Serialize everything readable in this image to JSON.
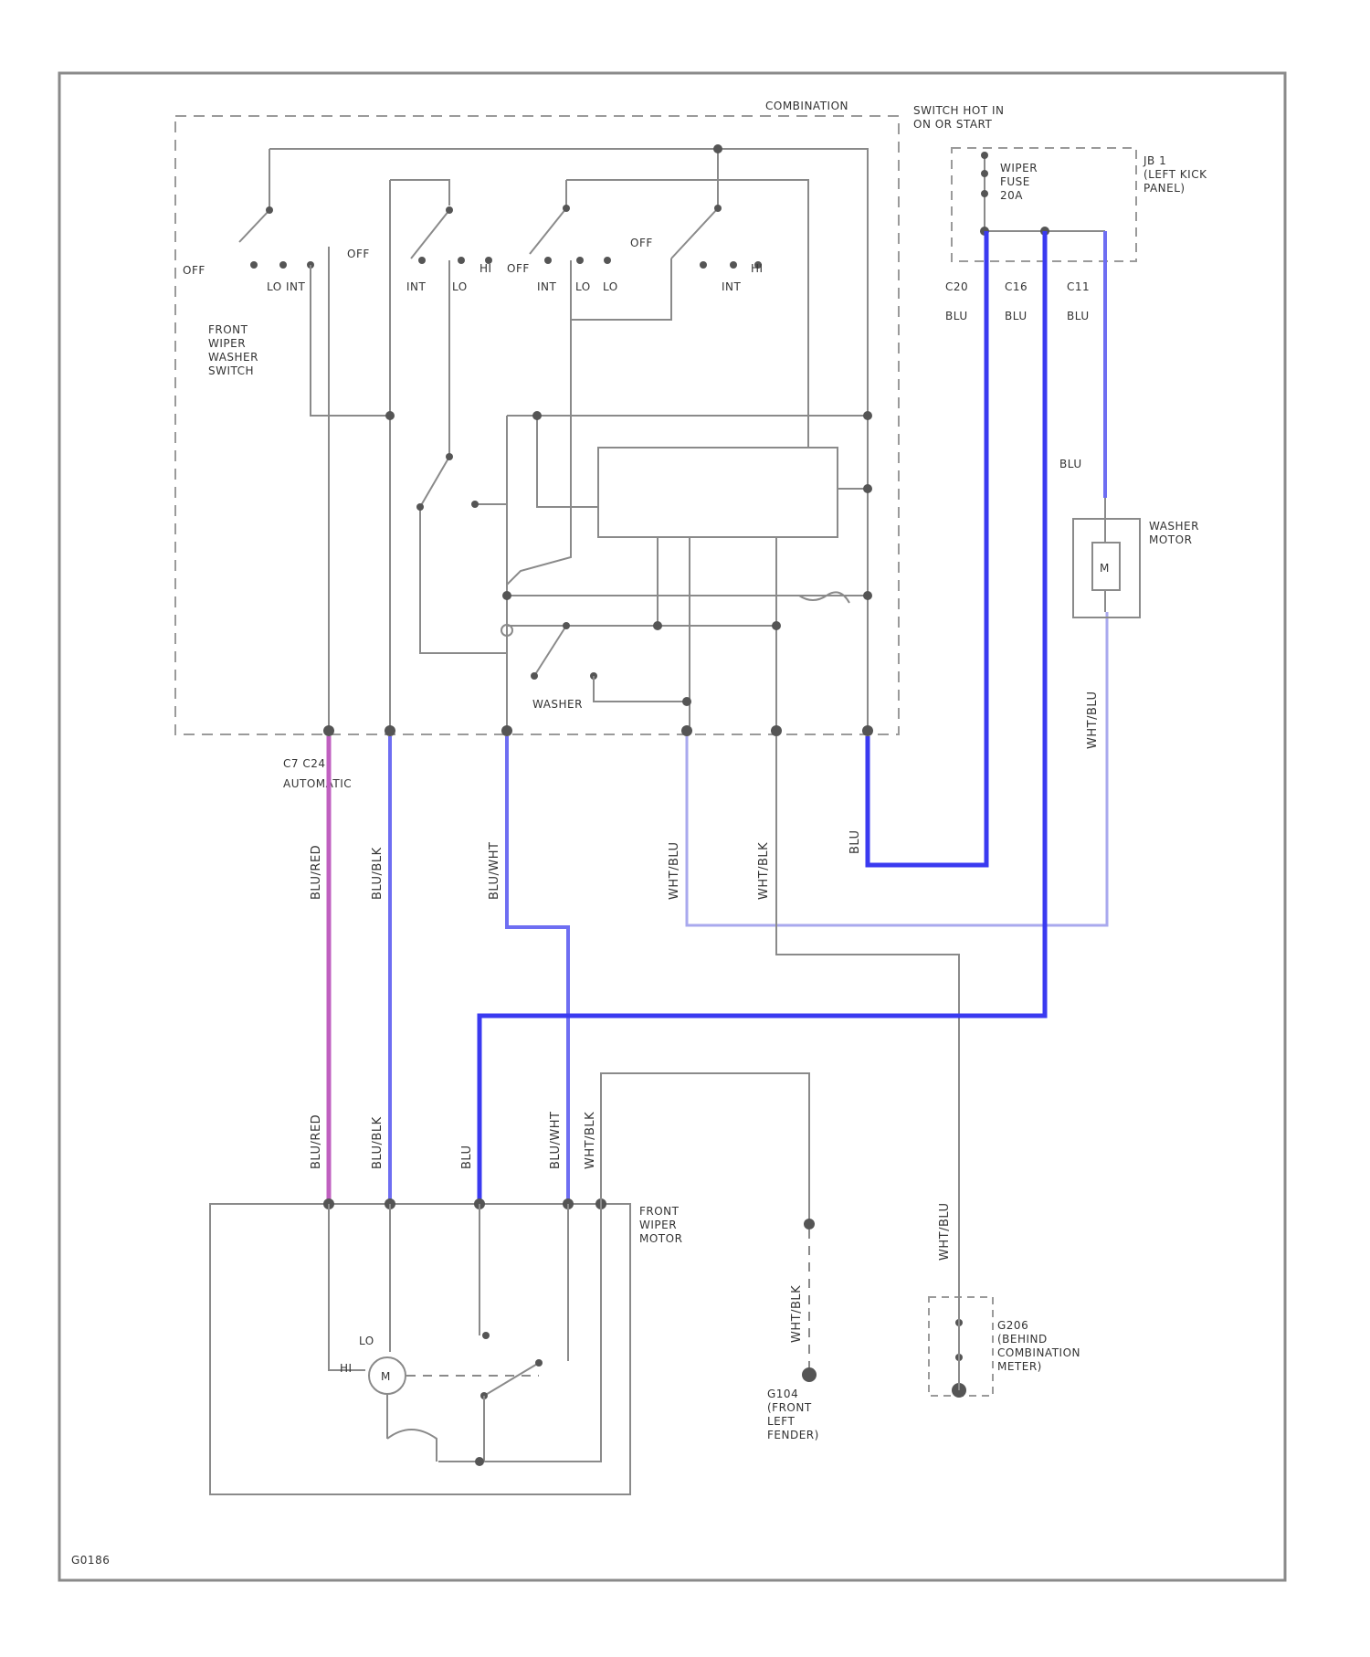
{
  "labels": {
    "combination_switch": "COMBINATION",
    "switch_hot": "SWITCH HOT IN\nON OR START",
    "wiper_fuse": "WIPER\nFUSE\n20A",
    "jb": "JB 1\n(LEFT KICK\nPANEL)",
    "front_wiper_washer_switch": "FRONT\nWIPER\nWASHER\nSWITCH",
    "washer_motor": "WASHER\nMOTOR",
    "front_wiper_motor": "FRONT\nWIPER\nMOTOR",
    "ground_e": "G104\n(FRONT\nLEFT\nFENDER)",
    "ground_m": "G206\n(BEHIND\nCOMBINATION\nMETER)",
    "washer_switch": "WASHER",
    "figure_id": "G0186"
  },
  "switch_positions": {
    "s1": [
      "OFF",
      "LO INT"
    ],
    "s2": [
      "OFF",
      "INT",
      "LO",
      "HI"
    ],
    "s3": [
      "OFF",
      "INT",
      "LO",
      "LO"
    ],
    "s4": [
      "OFF",
      "INT",
      "HI"
    ]
  },
  "connectors": {
    "c20": "C20",
    "c16": "C16",
    "c11": "C11",
    "connector_note_1": "C7 C24",
    "connector_note_2": "AUTOMATIC"
  },
  "wires": {
    "blu_a": "BLU",
    "blu_b": "BLU",
    "blu_c": "BLU",
    "blu_d": "BLU",
    "blu_mid": "BLU",
    "blu_red": "BLU/RED",
    "blu_blk": "BLU/BLK",
    "blu_wht": "BLU/WHT",
    "wht_blu": "WHT/BLU",
    "wht_blk": "WHT/BLK",
    "blu_red_2": "BLU/RED",
    "blu_blk_2": "BLU/BLK",
    "blu_2": "BLU",
    "blu_wht_2": "BLU/WHT",
    "wht_blk_2": "WHT/BLK",
    "wht_blk_ground": "WHT/BLK",
    "wht_blu_ground": "WHT/BLU",
    "wht_blu_washer": "WHT/BLU"
  },
  "motor_labels": {
    "lo": "LO",
    "hi": "HI",
    "m": "M"
  },
  "colors": {
    "blu": "#3a3af0",
    "blu_red": "#c060c0",
    "wht_blu": "#a9a9ee",
    "wire": "#8a8a8a"
  }
}
